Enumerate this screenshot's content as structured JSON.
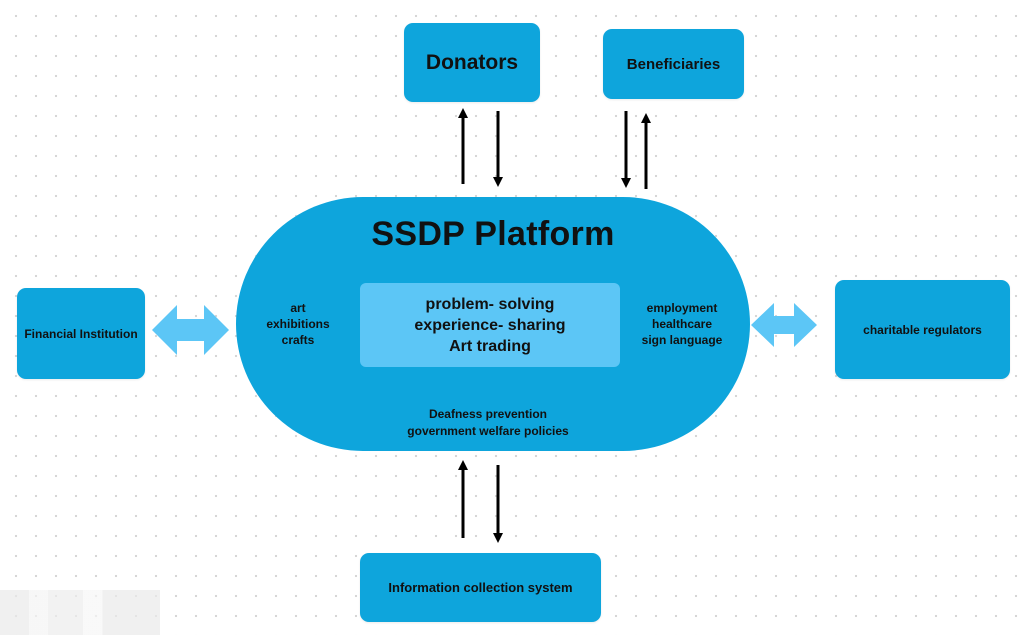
{
  "nodes": {
    "donators": "Donators",
    "beneficiaries": "Beneficiaries",
    "financial_institution": "Financial Institution",
    "charitable_regulators": "charitable regulators",
    "information_collection_system": "Information collection system"
  },
  "platform": {
    "title": "SSDP Platform",
    "core": [
      "problem- solving",
      "experience- sharing",
      "Art trading"
    ],
    "left": [
      "art",
      "exhibitions",
      "crafts"
    ],
    "right": [
      "employment",
      "healthcare",
      "sign language"
    ],
    "bottom": [
      "Deafness prevention",
      "government welfare policies"
    ]
  },
  "colors": {
    "node_fill": "#0ea5dc",
    "core_fill": "#5cc6f6",
    "double_arrow_fill": "#5cc6f6",
    "arrow_stroke": "#000000"
  },
  "connections": [
    {
      "between": [
        "Donators",
        "SSDP Platform"
      ],
      "style": "bidirectional-arrows"
    },
    {
      "between": [
        "Beneficiaries",
        "SSDP Platform"
      ],
      "style": "bidirectional-arrows"
    },
    {
      "between": [
        "Information collection system",
        "SSDP Platform"
      ],
      "style": "bidirectional-arrows"
    },
    {
      "between": [
        "Financial Institution",
        "SSDP Platform"
      ],
      "style": "double-headed-arrow"
    },
    {
      "between": [
        "charitable regulators",
        "SSDP Platform"
      ],
      "style": "double-headed-arrow"
    }
  ]
}
